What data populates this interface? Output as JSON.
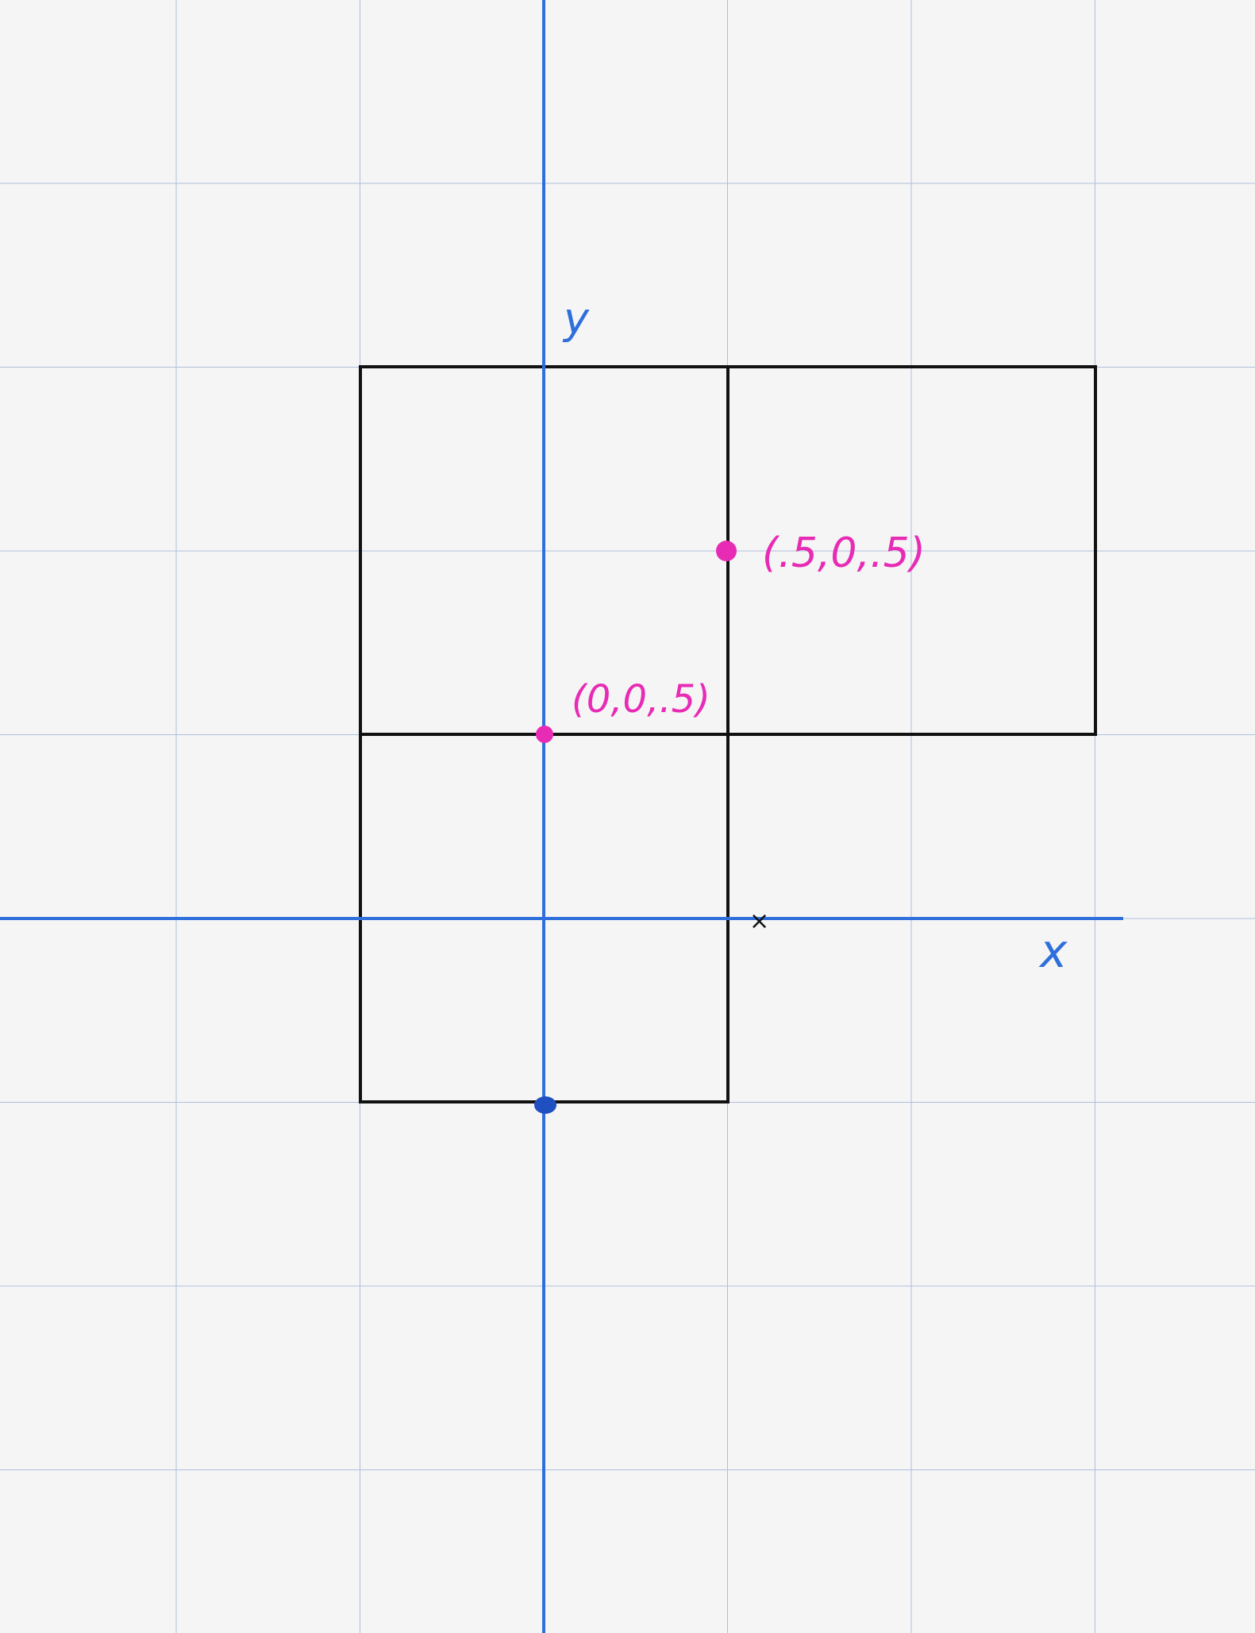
{
  "colors": {
    "background": "#f5f5f5",
    "grid": "#aebfdd",
    "axis": "#2f6fdc",
    "shape": "#111111",
    "highlight": "#e82bb5",
    "point_blue": "#1f4fc0"
  },
  "axes": {
    "x_label": "x",
    "y_label": "y"
  },
  "annotations": {
    "point_a": "(0,0,.5)",
    "point_b": "(.5,0,.5)"
  },
  "tick_mark": "×"
}
